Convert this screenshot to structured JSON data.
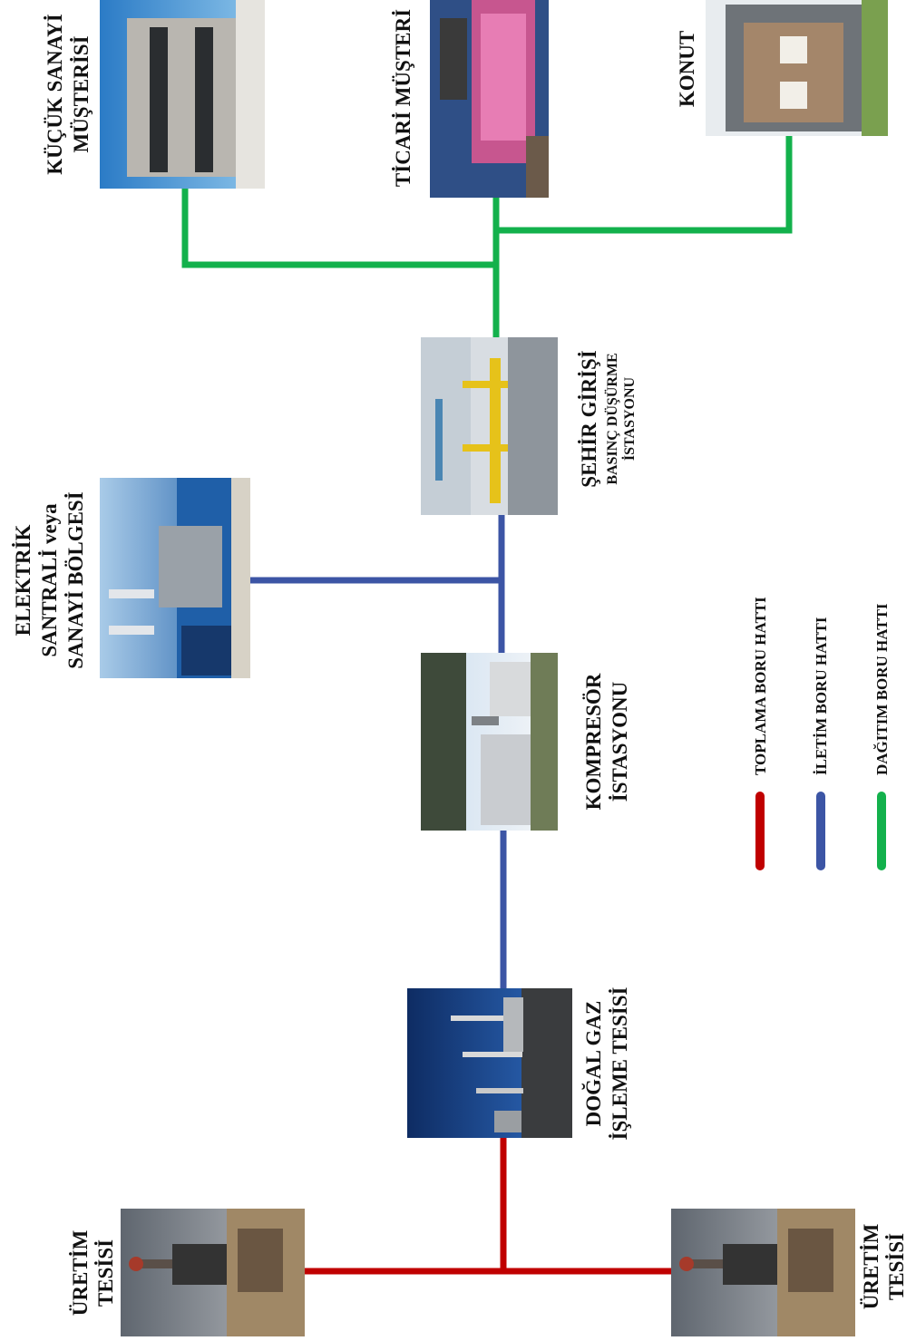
{
  "colors": {
    "gathering": "#c00000",
    "transmission": "#3c55a5",
    "distribution": "#13b14c"
  },
  "nodes": {
    "production_1": {
      "line1": "ÜRETİM",
      "line2": "TESİSİ",
      "icon": "wellhead-photo"
    },
    "production_2": {
      "line1": "ÜRETİM",
      "line2": "TESİSİ",
      "icon": "wellhead-photo"
    },
    "processing": {
      "line1": "DOĞAL GAZ",
      "line2": "İŞLEME TESİSİ",
      "icon": "gas-processing-plant-photo"
    },
    "compressor": {
      "line1": "KOMPRESÖR",
      "line2": "İSTASYONU",
      "icon": "compressor-station-photo"
    },
    "power_plant": {
      "line1": "ELEKTRİK",
      "line2": "SANTRALİ veya",
      "line3": "SANAYİ BÖLGESİ",
      "icon": "power-plant-photo"
    },
    "city_gate": {
      "line1": "ŞEHİR GİRİŞİ",
      "line2": "BASINÇ DÜŞÜRME",
      "line3": "İSTASYONU",
      "icon": "city-gate-station-photo"
    },
    "small_industry": {
      "line1": "KÜÇÜK SANAYİ",
      "line2": "MÜŞTERİSİ",
      "icon": "industrial-building-photo"
    },
    "commercial": {
      "line1": "TİCARİ MÜŞTERİ",
      "icon": "shopping-mall-photo"
    },
    "residential": {
      "line1": "KONUT",
      "icon": "house-photo"
    }
  },
  "legend": [
    {
      "label": "TOPLAMA BORU HATTI",
      "color": "#c00000"
    },
    {
      "label": "İLETİM BORU HATTI",
      "color": "#3c55a5"
    },
    {
      "label": "DAĞITIM BORU HATTI",
      "color": "#13b14c"
    }
  ]
}
